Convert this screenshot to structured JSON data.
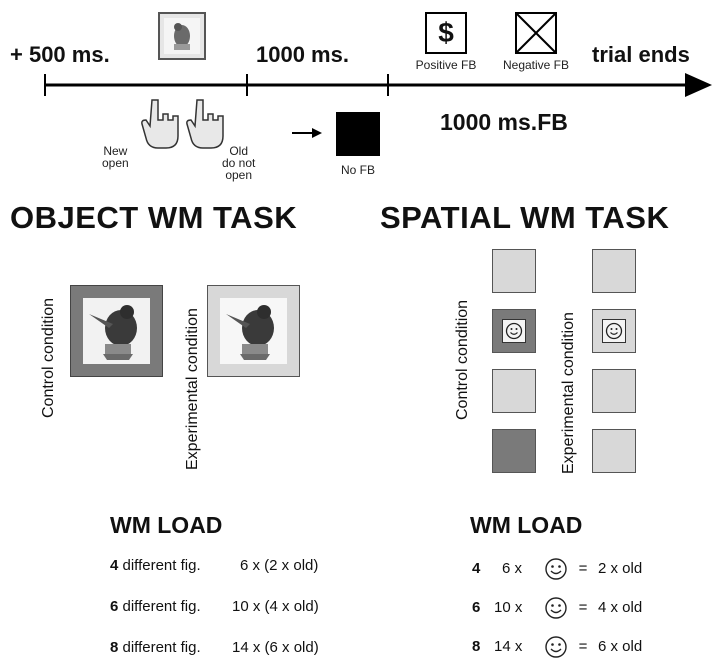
{
  "timeline": {
    "start_label": "+ 500 ms.",
    "mid_label": "1000 ms.",
    "end_label": "trial ends",
    "fb_duration_label": "1000 ms.FB",
    "positive_fb_symbol": "$",
    "positive_fb_label": "Positive FB",
    "negative_fb_label": "Negative FB",
    "no_fb_label": "No FB",
    "new_label": "New\nopen",
    "old_label": "Old\ndo not\nopen"
  },
  "object_task": {
    "title": "OBJECT WM TASK",
    "control_label": "Control condition",
    "experimental_label": "Experimental condition",
    "control_frame_color": "#7a7a7a",
    "experimental_frame_color": "#d8d8d8"
  },
  "spatial_task": {
    "title": "SPATIAL WM TASK",
    "control_label": "Control condition",
    "experimental_label": "Experimental condition"
  },
  "object_load": {
    "title": "WM  LOAD",
    "rows": [
      {
        "n": "4",
        "text": " different fig.",
        "repeat": "6 x (2 x old)"
      },
      {
        "n": "6",
        "text": " different fig.",
        "repeat": "10 x (4 x old)"
      },
      {
        "n": "8",
        "text": " different fig.",
        "repeat": "14 x (6 x old)"
      }
    ]
  },
  "spatial_load": {
    "title": "WM  LOAD",
    "rows": [
      {
        "n": "4",
        "times": "6 x",
        "eq": "=",
        "result": "2 x old"
      },
      {
        "n": "6",
        "times": "10 x",
        "eq": "=",
        "result": "4 x old"
      },
      {
        "n": "8",
        "times": "14 x",
        "eq": "=",
        "result": "6 x old"
      }
    ]
  }
}
